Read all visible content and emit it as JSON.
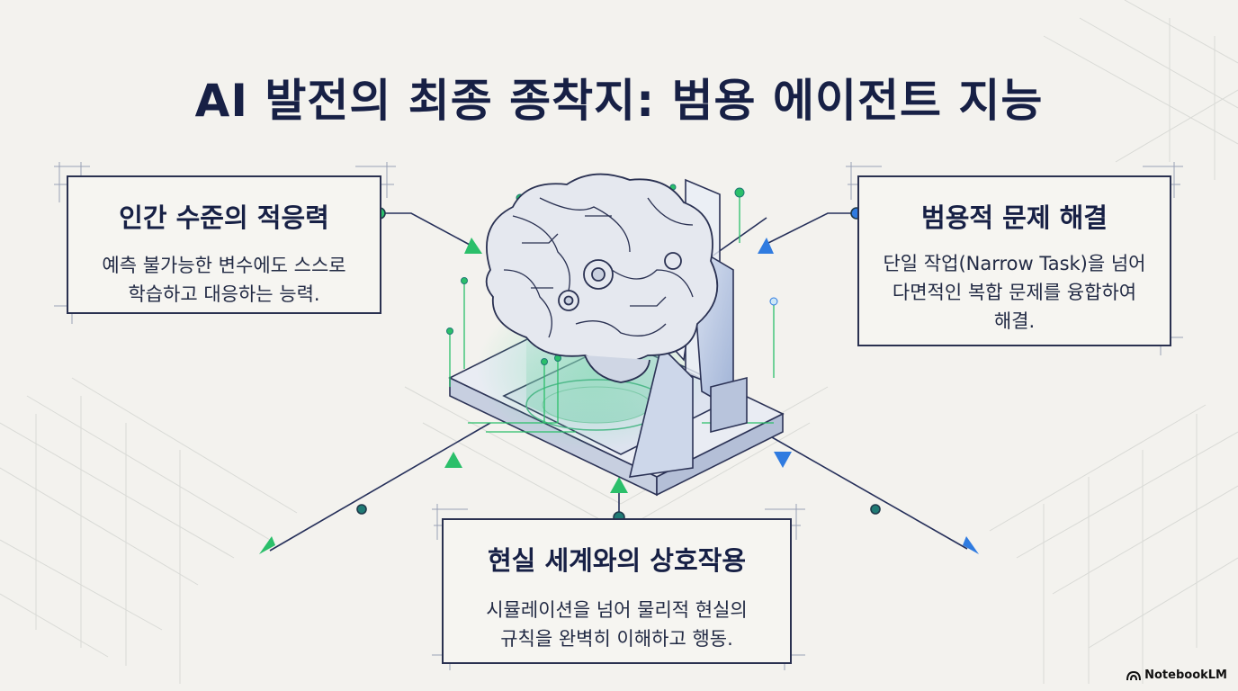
{
  "title": "AI 발전의 최종 종착지: 범용 에이전트 지능",
  "cards": {
    "left": {
      "heading": "인간 수준의 적응력",
      "lines": [
        "예측 불가능한 변수에도 스스로",
        "학습하고 대응하는 능력."
      ]
    },
    "right": {
      "heading": "범용적 문제 해결",
      "lines": [
        "단일 작업(Narrow Task)을 넘어",
        "다면적인 복합 문제를 융합하여",
        "해결."
      ]
    },
    "bottom": {
      "heading": "현실 세계와의 상호작용",
      "lines": [
        "시뮬레이션을 넘어 물리적 현실의",
        "규칙을 완벽히 이해하고 행동."
      ]
    }
  },
  "brand": "NotebookLM",
  "colors": {
    "navy": "#172045",
    "green": "#2bbf6a",
    "blue": "#2f7be0",
    "teal": "#1f7a74"
  }
}
